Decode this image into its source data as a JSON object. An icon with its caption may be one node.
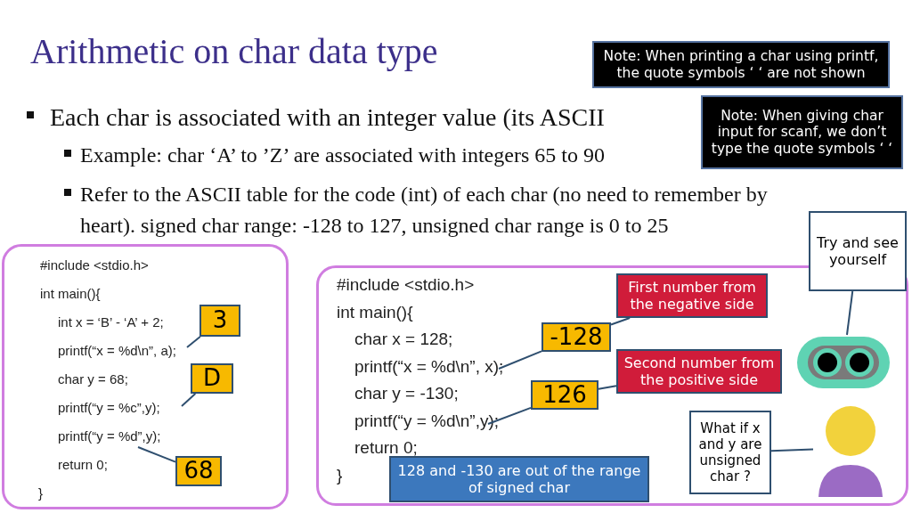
{
  "diagram": {
    "title": "Arithmetic on char data type",
    "nodes": [
      {
        "text": [
          "#include <stdio.h>",
          "int main(){",
          "int x = ‘B’ - ‘A’ + 2;",
          "printf(“x = %d\\n”, a);",
          "char y = 68;",
          "printf(“y = %c”,y);",
          "printf(“y = %d”,y);",
          "return 0;",
          "}"
        ]
      },
      {
        "text": [
          "3"
        ],
        "in": 0
      },
      {
        "text": [
          "D"
        ],
        "in": 0
      },
      {
        "text": [
          "68"
        ],
        "in": 0
      },
      {
        "text": [
          "#include <stdio.h>",
          "int main(){",
          "char x = 128;",
          "printf(“x = %d\\n”, x);",
          "char y = -130;",
          "printf(“y = %d\\n”,y);",
          "return 0;",
          "}"
        ]
      },
      {
        "text": [
          "-128"
        ],
        "in": 4
      },
      {
        "text": [
          "126"
        ],
        "in": 4
      },
      {
        "text": [
          "First number from the negative side"
        ],
        "in": 4
      },
      {
        "text": [
          "Second number from the positive side"
        ],
        "in": 4
      },
      {
        "text": [
          "128 and -130 are out of the range of signed char"
        ],
        "in": 4
      },
      {
        "text": [],
        "shape": "picture",
        "in": 4
      },
      {
        "text": [
          "What if x and y are unsigned char ?"
        ],
        "in": 4
      },
      {
        "text": [],
        "shape": "person",
        "in": 4
      },
      {
        "text": [
          "Try and see yourself"
        ]
      },
      {
        "text": [
          "Note: When printing a char using printf, the quote symbols ‘ ‘ are not shown"
        ]
      },
      {
        "text": [
          "Note: When giving char input for scanf, we don’t type the quote symbols ‘ ‘"
        ]
      }
    ],
    "edges": [
      {
        "from": 1,
        "to": null,
        "arrow": "none"
      },
      {
        "from": 2,
        "to": null,
        "arrow": "none"
      },
      {
        "from": 3,
        "to": null,
        "arrow": "none"
      },
      {
        "from": 5,
        "to": null,
        "arrow": "none"
      },
      {
        "from": 6,
        "to": null,
        "arrow": "none"
      },
      {
        "from": 7,
        "to": 5,
        "arrow": "none"
      },
      {
        "from": 8,
        "to": 6,
        "arrow": "none"
      },
      {
        "from": 13,
        "to": 10,
        "arrow": "none"
      },
      {
        "from": 11,
        "to": 12,
        "arrow": "none"
      }
    ],
    "labels": [
      "Each char is associated with an integer value (its ASCII",
      "Example: char ‘A’ to ’Z’ are associated with integers 65 to 90",
      "Refer to the ASCII table for the code (int) of each char (no need to remember by heart). signed char range: -128 to 127, unsigned char range is 0 to 25"
    ]
  }
}
